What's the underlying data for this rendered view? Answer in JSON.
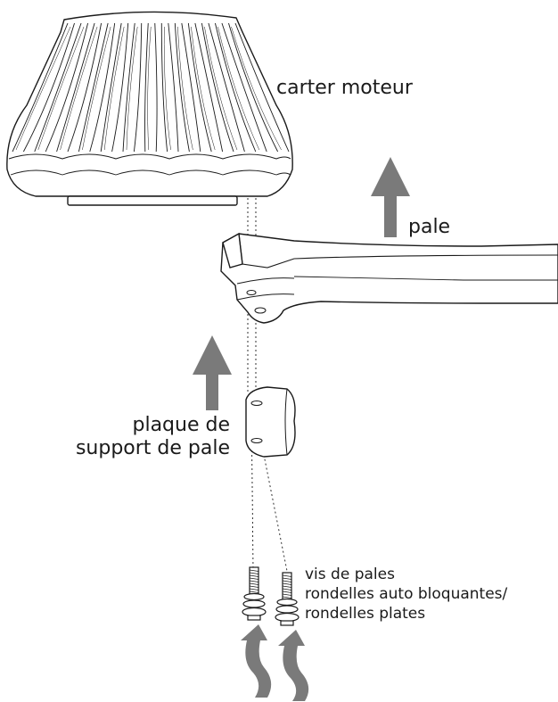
{
  "labels": {
    "motor_housing": "carter moteur",
    "blade": "pale",
    "bracket_line1": "plaque de",
    "bracket_line2": "support de pale",
    "screws_line1": "vis de pales",
    "screws_line2": "rondelles auto bloquantes/",
    "screws_line3": "rondelles plates"
  },
  "colors": {
    "arrow": "#7a7a7a",
    "line": "#1a1a1a",
    "fill": "#ffffff"
  }
}
